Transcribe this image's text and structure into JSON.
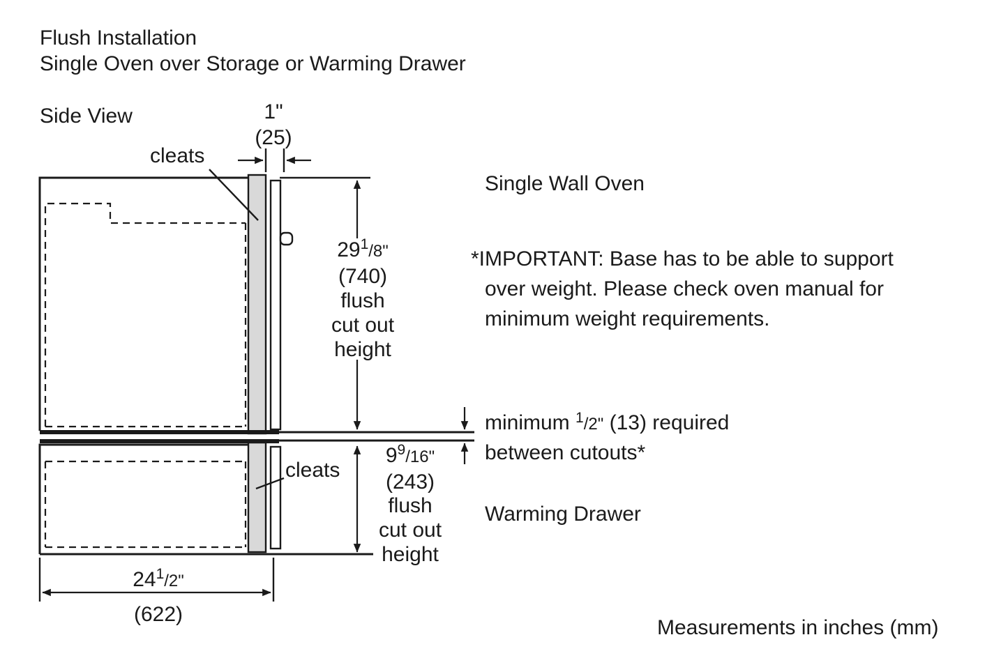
{
  "page": {
    "title_line1": "Flush Installation",
    "title_line2": "Single Oven over Storage or Warming Drawer",
    "view_label": "Side View",
    "footer_note": "Measurements in inches (mm)"
  },
  "labels": {
    "cleats_upper": "cleats",
    "cleats_lower": "cleats",
    "single_wall_oven": "Single Wall Oven",
    "warming_drawer": "Warming Drawer",
    "important_line1": "*IMPORTANT: Base has to be able to support",
    "important_line2": "over weight. Please check oven manual for",
    "important_line3": "minimum weight requirements."
  },
  "dimensions": {
    "cleat_width": {
      "inches": "1\"",
      "mm": "(25)"
    },
    "oven_cutout": {
      "whole": "29",
      "frac_sup": "1",
      "frac_sub": "/8\"",
      "mm": "(740)",
      "note1": "flush",
      "note2": "cut out",
      "note3": "height"
    },
    "gap": {
      "pre": "minimum ",
      "frac_sup": "1",
      "frac_sub": "/2\"",
      "post": " (13) required",
      "line2": "between cutouts*"
    },
    "drawer_cutout": {
      "whole": "9",
      "frac_sup": "9",
      "frac_sub": "/16\"",
      "mm": "(243)",
      "note1": "flush",
      "note2": "cut out",
      "note3": "height"
    },
    "cabinet_width": {
      "whole": "24",
      "frac_sup": "1",
      "frac_sub": "/2\"",
      "mm": "(622)"
    }
  },
  "colors": {
    "ink": "#1a1a1a",
    "cleat_fill": "#d9d9d9",
    "panel_fill": "#ffffff",
    "background": "#ffffff"
  }
}
